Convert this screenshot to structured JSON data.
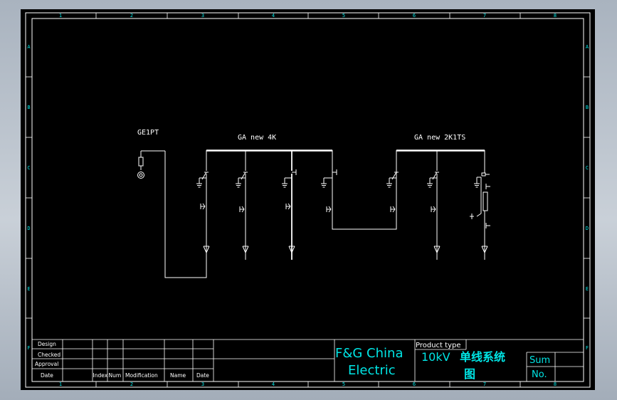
{
  "border": {
    "columns": [
      "1",
      "2",
      "3",
      "4",
      "5",
      "6",
      "7",
      "8"
    ],
    "rows": [
      "A",
      "B",
      "C",
      "D",
      "E",
      "F"
    ]
  },
  "diagram": {
    "label_left": "GE1PT",
    "label_mid": "GA new 4K",
    "label_right": "GA new 2K1TS"
  },
  "title_block": {
    "design": "Design",
    "checked": "Checked",
    "approval": "Approval",
    "date": "Date",
    "index": "Index",
    "num": "Num",
    "modification": "Modification",
    "name": "Name",
    "date2": "Date",
    "company_line1": "F&G China",
    "company_line2": "Electric",
    "product_type": "Product type",
    "title_prefix": "10kV",
    "title_cn": "单线系统",
    "title_cn2": "图",
    "sum": "Sum",
    "no": "No."
  },
  "colors": {
    "background": "#000000",
    "border_cyan": "#00e5e5",
    "wire_white": "#ffffff"
  }
}
